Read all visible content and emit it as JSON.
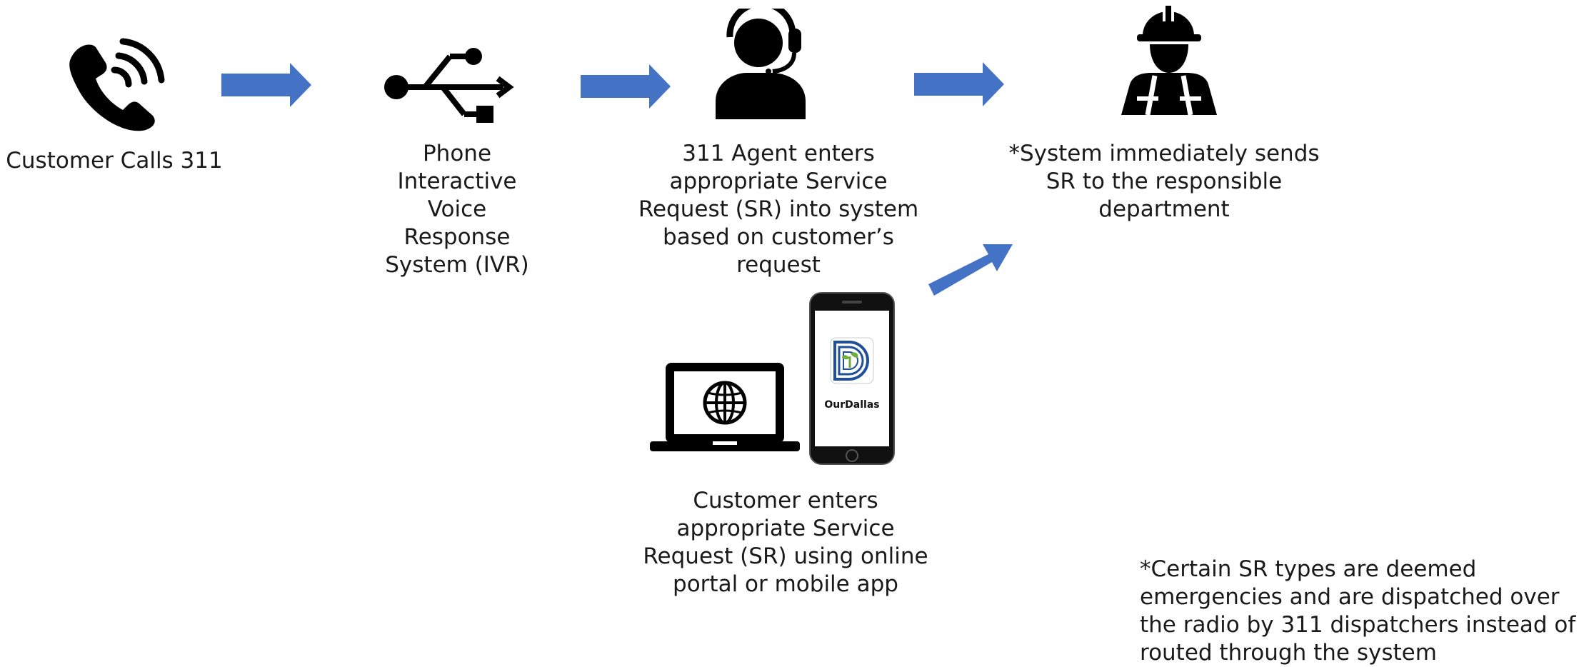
{
  "colors": {
    "arrow": "#4472C4",
    "icon": "#000000",
    "logo_blue": "#1F4E9A",
    "logo_green": "#6AAE3C"
  },
  "steps": {
    "call": {
      "icon": "phone-ringing-icon",
      "label": "Customer Calls 311"
    },
    "ivr": {
      "icon": "usb-network-icon",
      "label": "Phone\nInteractive\nVoice\nResponse\nSystem (IVR)"
    },
    "agent": {
      "icon": "headset-agent-icon",
      "label": "311 Agent enters\nappropriate Service\nRequest (SR) into system\nbased on customer’s\nrequest"
    },
    "department": {
      "icon": "construction-worker-icon",
      "label": "*System immediately sends\nSR to the responsible\ndepartment"
    },
    "online": {
      "icons": [
        "laptop-globe-icon",
        "smartphone-app-icon"
      ],
      "app_name": "OurDallas",
      "label": "Customer enters\nappropriate Service\nRequest (SR) using online\nportal or mobile app"
    }
  },
  "footnote": "*Certain SR types are deemed\nemergencies and are dispatched over\nthe radio by 311 dispatchers instead of\nrouted through the system"
}
